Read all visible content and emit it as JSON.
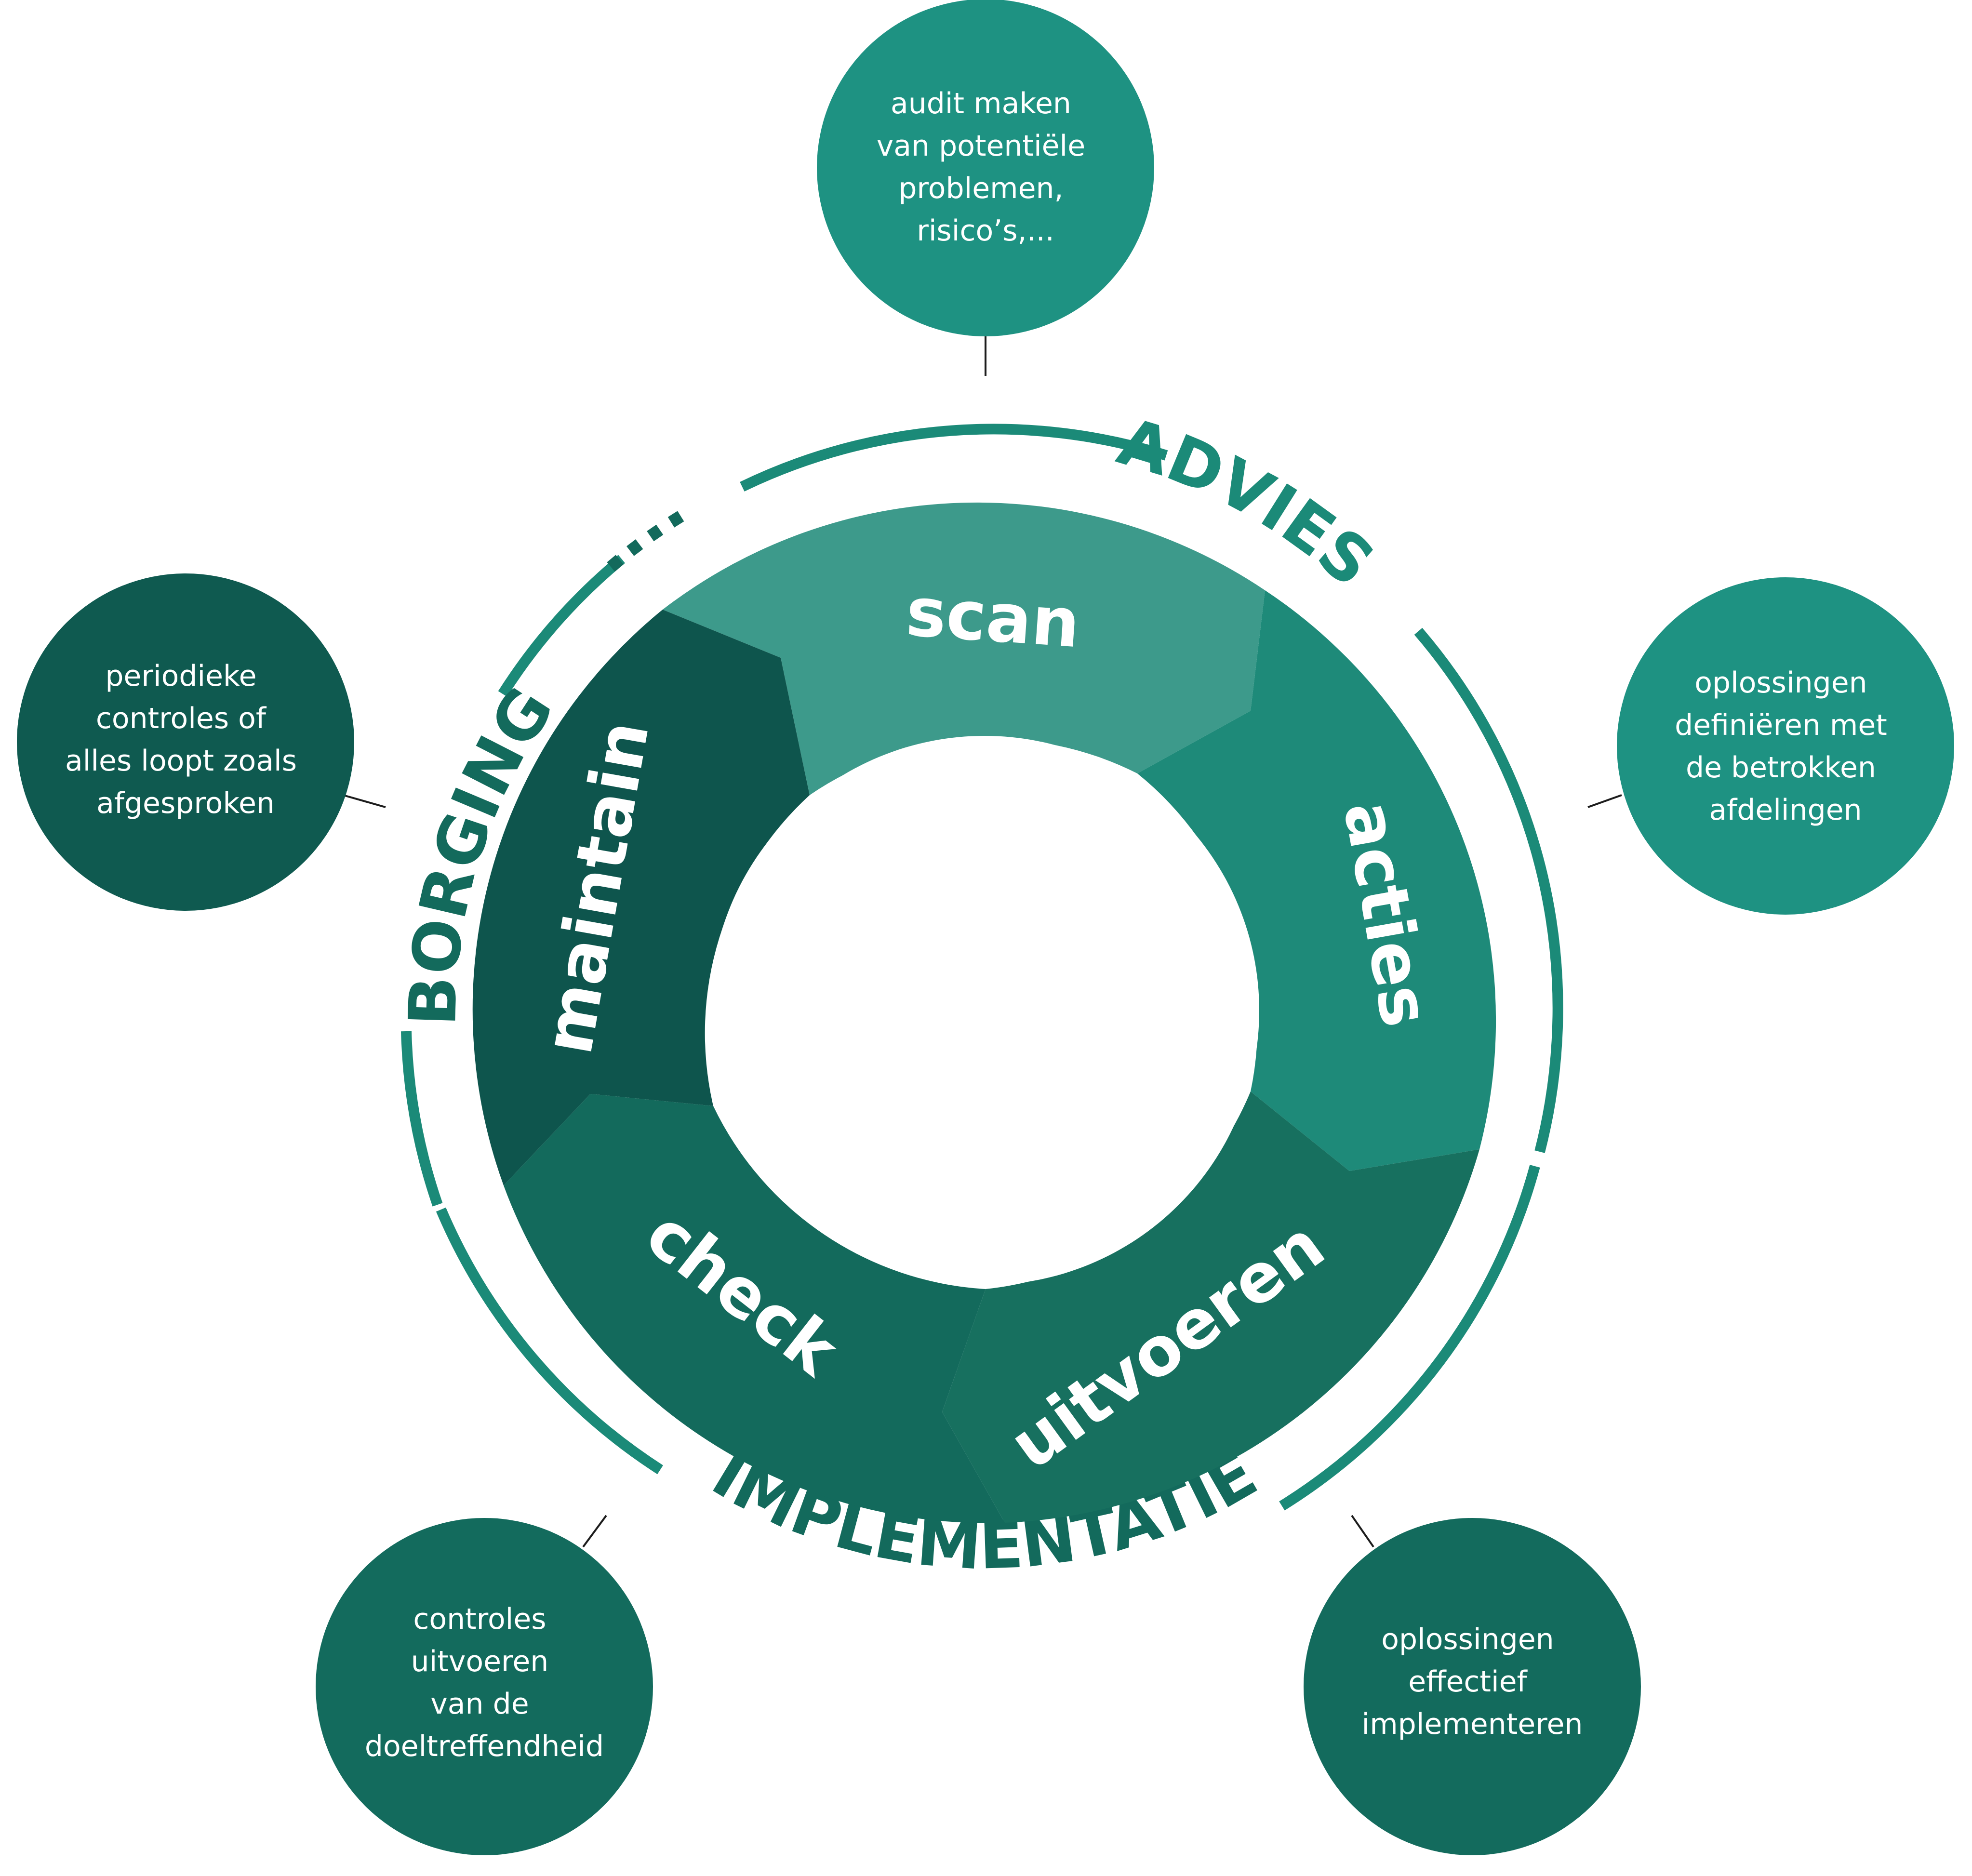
{
  "colors": {
    "ring": "#1b8a78",
    "scan": "#3d9a8b",
    "acties": "#1e8a79",
    "uitvoeren": "#17705f",
    "check": "#136a5c",
    "maintain": "#0e554d",
    "bubble_light": "#1e9282",
    "bubble_dark": "#136b5d",
    "bubble_darkest": "#0f5a50",
    "connector": "#1c1c1c"
  },
  "ring_labels": {
    "advies": "ADVIES",
    "implementatie": "IMPLEMENTATIE",
    "borging": "BORGING",
    "dots": "...."
  },
  "segments": {
    "scan": "scan",
    "acties": "acties",
    "uitvoeren": "uitvoeren",
    "check": "check",
    "maintain": "maintain"
  },
  "bubbles": {
    "top": [
      "audit maken",
      "van potentiële",
      "problemen,",
      "risico’s,..."
    ],
    "right": [
      "oplossingen",
      "definiëren met",
      "de betrokken",
      "afdelingen"
    ],
    "bottom_right": [
      "oplossingen",
      "effectief",
      "implementeren"
    ],
    "bottom_left": [
      "controles",
      "uitvoeren",
      "van de",
      "doeltreffendheid"
    ],
    "left": [
      "periodieke",
      "controles of",
      "alles loopt  zoals",
      "afgesproken"
    ]
  }
}
